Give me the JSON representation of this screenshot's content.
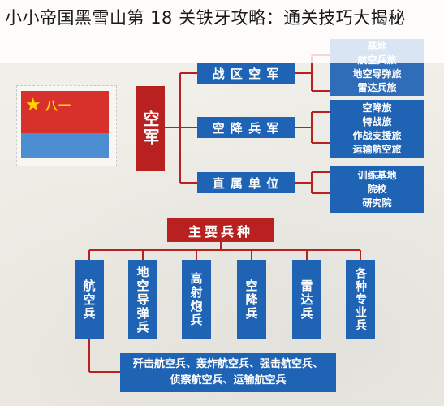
{
  "title": "小小帝国黑雪山第 18 关铁牙攻略：通关技巧大揭秘",
  "flag": {
    "emblem": "八一",
    "colors": {
      "red": "#d8302a",
      "blue": "#4d8ed2",
      "star": "#ffd400"
    }
  },
  "root": "空军",
  "branches": [
    {
      "label": "战 区 空 军",
      "units": [
        "基地",
        "航空兵旅",
        "地空导弹旅",
        "雷达兵旅"
      ]
    },
    {
      "label": "空 降 兵 军",
      "units": [
        "空降旅",
        "特战旅",
        "作战支援旅",
        "运输航空旅"
      ]
    },
    {
      "label": "直 属 单 位",
      "units": [
        "训练基地",
        "院校",
        "研究院"
      ]
    }
  ],
  "arms_header": "主要兵种",
  "arms": [
    "航空兵",
    "地空导弹兵",
    "高射炮兵",
    "空降兵",
    "雷达兵",
    "各种专业兵"
  ],
  "aviation_types": [
    "歼击航空兵、轰炸航空兵、强击航空兵、",
    "侦察航空兵、运输航空兵"
  ],
  "colors": {
    "accent_red": "#b8211f",
    "accent_blue": "#1f63b5"
  }
}
